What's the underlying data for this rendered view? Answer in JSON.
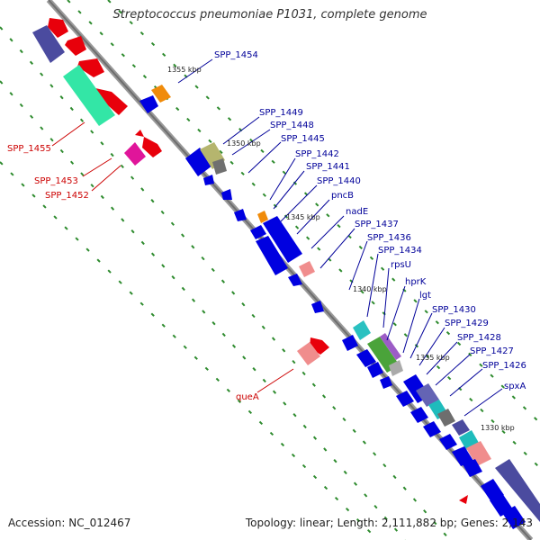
{
  "title": "Streptococcus pneumoniae P1031, complete genome",
  "accession_label": "Accession: NC_012467",
  "topology_label": "Topology: linear; Length: 2,111,882 bp; Genes: 2,143",
  "colors": {
    "forward_gene": "#e8000b",
    "reverse_gene": "#0000e0",
    "label_forward": "#cc0000",
    "label_reverse": "#000099",
    "backbone": "#888888",
    "tick": "#2e8b2e"
  },
  "ticks": [
    "1355 kbp",
    "1350 kbp",
    "1345 kbp",
    "1340 kbp",
    "1335 kbp",
    "1330 kbp"
  ],
  "gene_labels": [
    "SPP_1454",
    "SPP_1449",
    "SPP_1448",
    "SPP_1445",
    "SPP_1442",
    "SPP_1441",
    "SPP_1440",
    "pncB",
    "nadE",
    "SPP_1437",
    "SPP_1436",
    "SPP_1434",
    "rpsU",
    "hprK",
    "lgt",
    "SPP_1430",
    "SPP_1429",
    "SPP_1428",
    "SPP_1427",
    "SPP_1426",
    "spxA",
    "SPP_1455",
    "SPP_1453",
    "SPP_1452",
    "queA"
  ]
}
